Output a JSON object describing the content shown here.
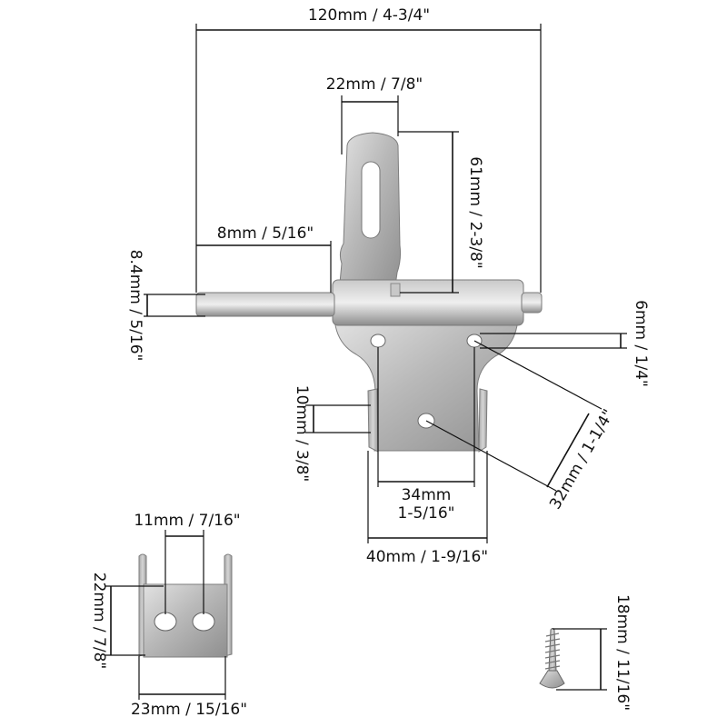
{
  "dimensions": {
    "overall_length": "120mm / 4-3/4\"",
    "strike_width": "22mm / 7/8\"",
    "strike_height": "61mm / 2-3/8\"",
    "bolt_protrusion": "8mm / 5/16\"",
    "bolt_diameter": "8.4mm / 5/16\"",
    "hole_diameter": "6mm / 1/4\"",
    "hole_spacing_diagonal": "32mm / 1-1/4\"",
    "tab_height": "10mm / 3/8\"",
    "hole_spacing_line1": "34mm",
    "hole_spacing_line2": "1-5/16\"",
    "base_width": "40mm / 1-9/16\"",
    "keeper_hole_spacing": "11mm / 7/16\"",
    "keeper_height": "22mm / 7/8\"",
    "keeper_width": "23mm / 15/16\"",
    "screw_length": "18mm / 11/16\""
  }
}
